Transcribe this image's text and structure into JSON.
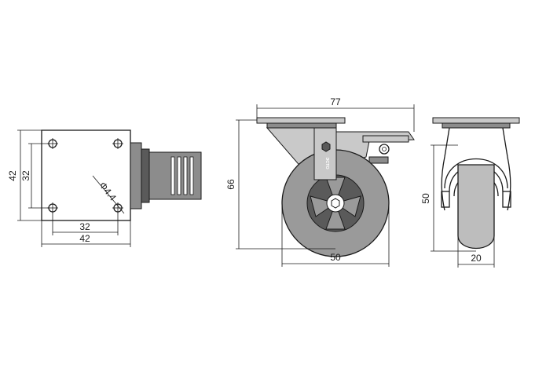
{
  "top_view": {
    "dim_height_outer": "42",
    "dim_height_inner": "32",
    "dim_width_inner": "32",
    "dim_width_outer": "42",
    "dim_hole_diameter": "Φ4.4"
  },
  "side_view": {
    "dim_overall_width": "77",
    "dim_overall_height": "66",
    "dim_wheel_diameter": "50",
    "brand_text": "ЭСТО"
  },
  "front_view": {
    "dim_wheel_height": "50",
    "dim_wheel_width": "20"
  }
}
